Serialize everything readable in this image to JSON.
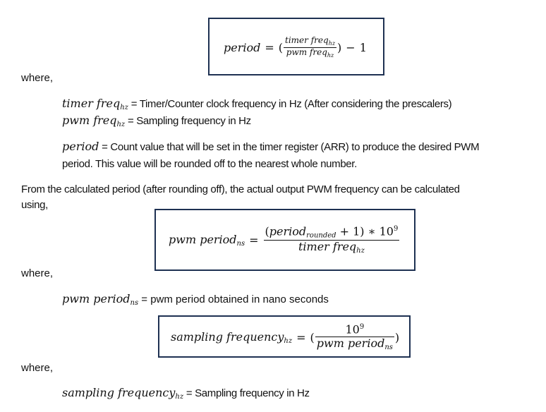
{
  "formula1": {
    "lhs": "period",
    "equals": "=",
    "open_paren": "(",
    "numerator": "timer freq",
    "numerator_sub": "hz",
    "denominator": "pwm freq",
    "denominator_sub": "hz",
    "close_paren": ")",
    "minus": "−",
    "one": "1"
  },
  "where1": "where,",
  "definitions1": [
    {
      "term": "timer freq",
      "sub": "hz",
      "desc": " = Timer/Counter clock frequency in Hz (After considering the prescalers)"
    },
    {
      "term": "pwm freq",
      "sub": "hz",
      "desc": " = Sampling frequency in Hz"
    }
  ],
  "period_def": {
    "term": "period",
    "line1": " = Count value that will be set in the timer register (ARR) to produce the desired PWM",
    "line2": "period. This value will be rounded off to the nearest whole number."
  },
  "paragraph": {
    "line1": "From the calculated period (after rounding off), the actual output PWM frequency can be calculated",
    "line2": "using,"
  },
  "formula2": {
    "lhs": "pwm period",
    "lhs_sub": "ns",
    "equals": "=",
    "num_open": "(",
    "num_term": "period",
    "num_sub": "rounded",
    "num_rest": " + 1) ∗ 10",
    "num_exp": "9",
    "denominator": "timer freq",
    "denominator_sub": "hz"
  },
  "where2": "where,",
  "definition2": {
    "term": "pwm period",
    "sub": "ns",
    "desc": " = pwm period obtained in nano seconds"
  },
  "formula3": {
    "lhs": "sampling frequency",
    "lhs_sub": "hz",
    "equals": "=",
    "open_paren": "(",
    "num_base": "10",
    "num_exp": "9",
    "denominator": "pwm period",
    "denominator_sub": "ns",
    "close_paren": ")"
  },
  "where3": "where,",
  "definition3": {
    "term": "sampling frequency",
    "sub": "hz",
    "desc": " = Sampling frequency in Hz"
  }
}
